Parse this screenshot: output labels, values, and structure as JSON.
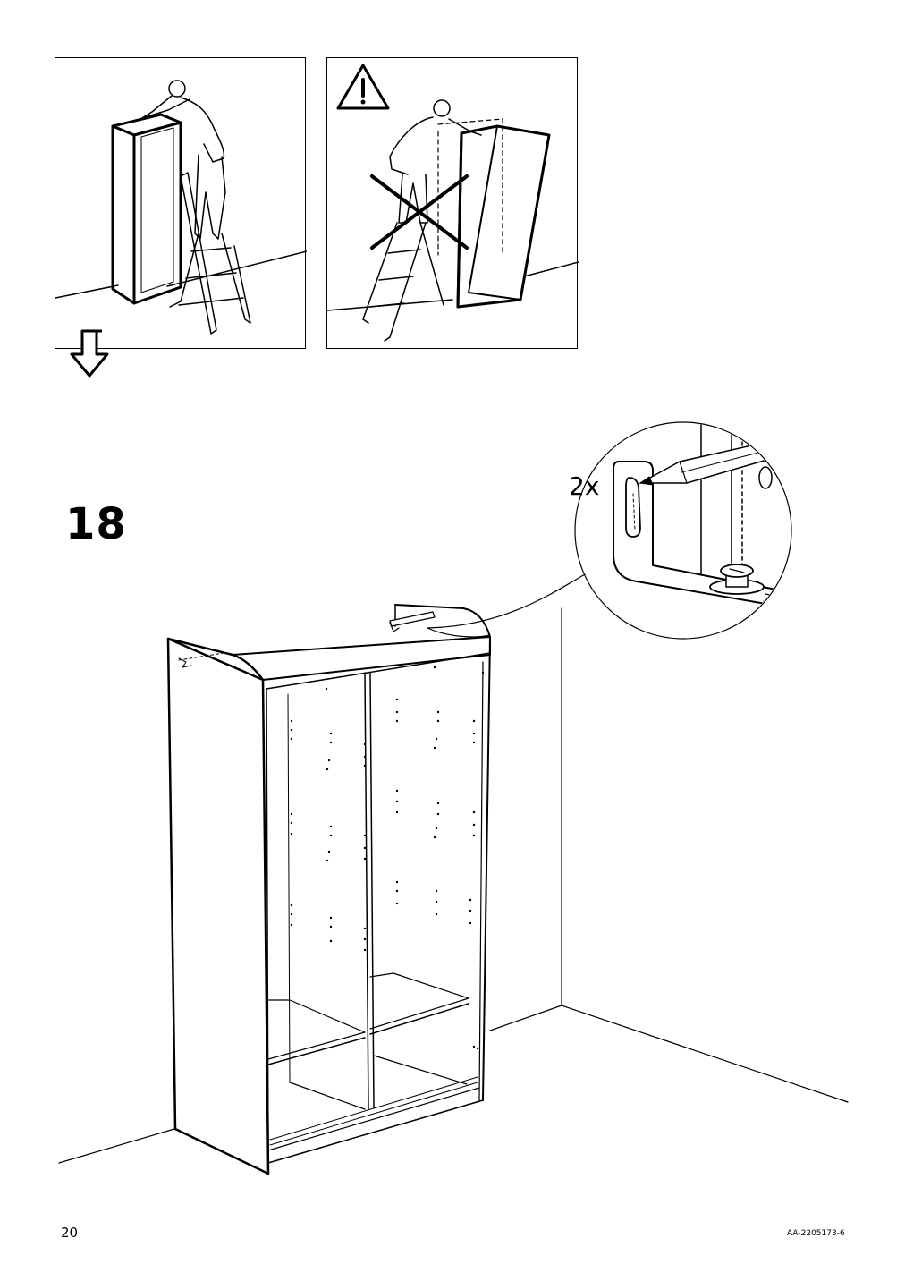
{
  "step": {
    "number": "18"
  },
  "detail": {
    "quantity": "2x"
  },
  "panels": [
    {
      "id": "correct",
      "description_icon": "person-on-ladder-icon"
    },
    {
      "id": "incorrect",
      "warning_icon": "warning-triangle-icon",
      "cross_icon": "cross-out-icon"
    }
  ],
  "footer": {
    "page_number": "20",
    "document_code": "AA-2205173-6"
  }
}
